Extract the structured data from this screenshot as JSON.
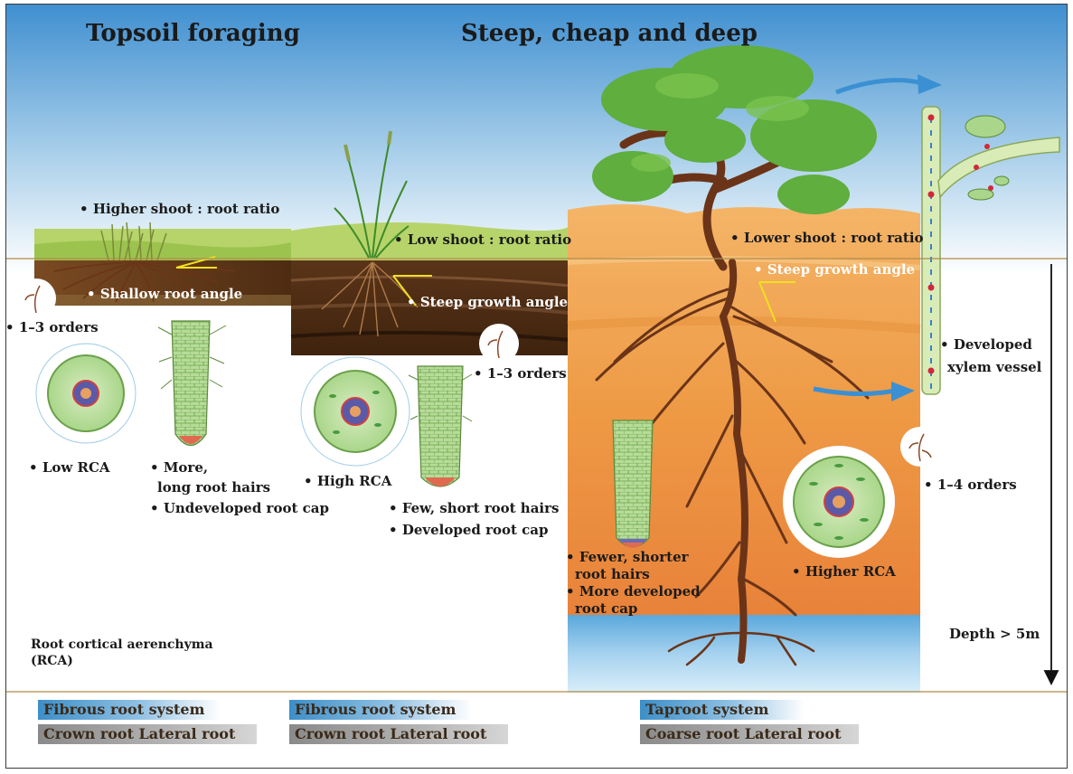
{
  "titles": {
    "left": "Topsoil foraging",
    "right": "Steep, cheap and deep"
  },
  "left_panel": {
    "shoot_ratio": "Higher shoot : root ratio",
    "root_angle": "Shallow root angle",
    "orders": "1–3 orders",
    "rca": "Low RCA",
    "hairs_line1": "More,",
    "hairs_line2": "long root hairs",
    "cap": "Undeveloped root cap"
  },
  "middle_panel": {
    "shoot_ratio": "Low shoot : root ratio",
    "growth_angle": "Steep growth angle",
    "orders": "1–3 orders",
    "rca": "High RCA",
    "hairs": "Few, short root hairs",
    "cap": "Developed root cap"
  },
  "right_panel": {
    "shoot_ratio": "Lower shoot : root ratio",
    "growth_angle": "Steep growth angle",
    "xylem_line1": "Developed",
    "xylem_line2": "xylem vessel",
    "orders": "1–4 orders",
    "rca": "Higher RCA",
    "hairs_line1": "Fewer, shorter",
    "hairs_line2": "root hairs",
    "cap_line1": "More developed",
    "cap_line2": "root cap",
    "depth": "Depth > 5m"
  },
  "legend_note": {
    "line1": "Root cortical aerenchyma",
    "line2": "(RCA)"
  },
  "bottom_boxes": [
    {
      "system": "Fibrous root system",
      "roots": "Crown root  Lateral root"
    },
    {
      "system": "Fibrous root system",
      "roots": "Crown root  Lateral root"
    },
    {
      "system": "Taproot  system",
      "roots": "Coarse root  Lateral root"
    }
  ],
  "colors": {
    "sky_top": "#3f8fd0",
    "sky_bottom": "#ffffff",
    "grass": "#b6d46a",
    "topsoil": "#5a3418",
    "orange_soil": "#ee9a45",
    "water": "#8cc4ea",
    "root_brown": "#6b3418",
    "leaf_green": "#5fae3e",
    "guide_yellow": "#f0e020",
    "arrow_blue": "#3a90d2",
    "cell_green": "#a9d68a"
  },
  "icons": [
    "tree-icon",
    "wheat-plant-icon",
    "grass-tuft-icon",
    "root-cross-section-icon",
    "root-tip-icon",
    "root-order-icon",
    "xylem-vessel-icon",
    "blue-arrow-icon",
    "depth-arrow-icon"
  ]
}
